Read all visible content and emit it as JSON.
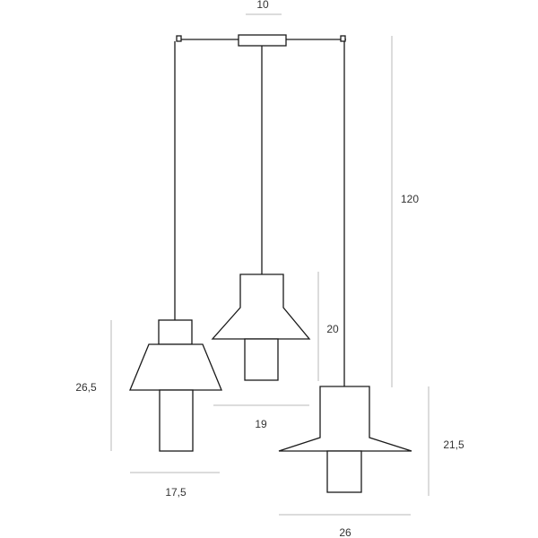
{
  "dimensions": {
    "canopy_width": "10",
    "overall_drop": "120",
    "left_lamp_height": "26,5",
    "left_lamp_width": "17,5",
    "middle_lamp_height": "20",
    "middle_lamp_width": "19",
    "right_lamp_height": "21,5",
    "right_lamp_width": "26"
  },
  "colors": {
    "ink": "#1a1a1a",
    "dimension_line": "#b8b8b8",
    "label": "#333333"
  }
}
